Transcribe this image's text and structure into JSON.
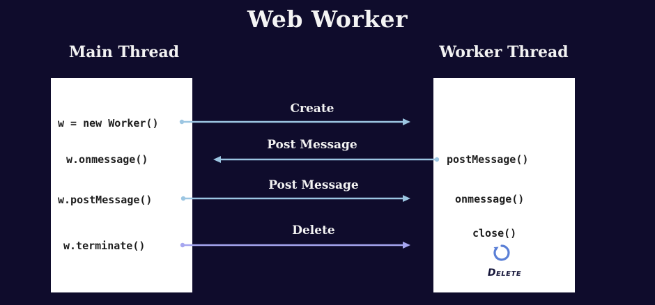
{
  "title": "Web Worker",
  "main_thread": {
    "heading": "Main Thread",
    "items": [
      "w = new Worker()",
      "w.onmessage()",
      "w.postMessage()",
      "w.terminate()"
    ]
  },
  "worker_thread": {
    "heading": "Worker Thread",
    "items": [
      "postMessage()",
      "onmessage()",
      "close()"
    ],
    "delete_stamp": "Delete",
    "spinner_icon": "refresh-icon"
  },
  "arrows": [
    {
      "label": "Create",
      "direction": "main-to-worker",
      "color": "#9cc6e2"
    },
    {
      "label": "Post Message",
      "direction": "worker-to-main",
      "color": "#9cc6e2"
    },
    {
      "label": "Post Message",
      "direction": "main-to-worker",
      "color": "#9cc6e2"
    },
    {
      "label": "Delete",
      "direction": "main-to-worker",
      "color": "#a6a6f0"
    }
  ],
  "colors": {
    "background": "#0f0c2c",
    "panel": "#ffffff",
    "spinner": "#5a7fd6"
  }
}
